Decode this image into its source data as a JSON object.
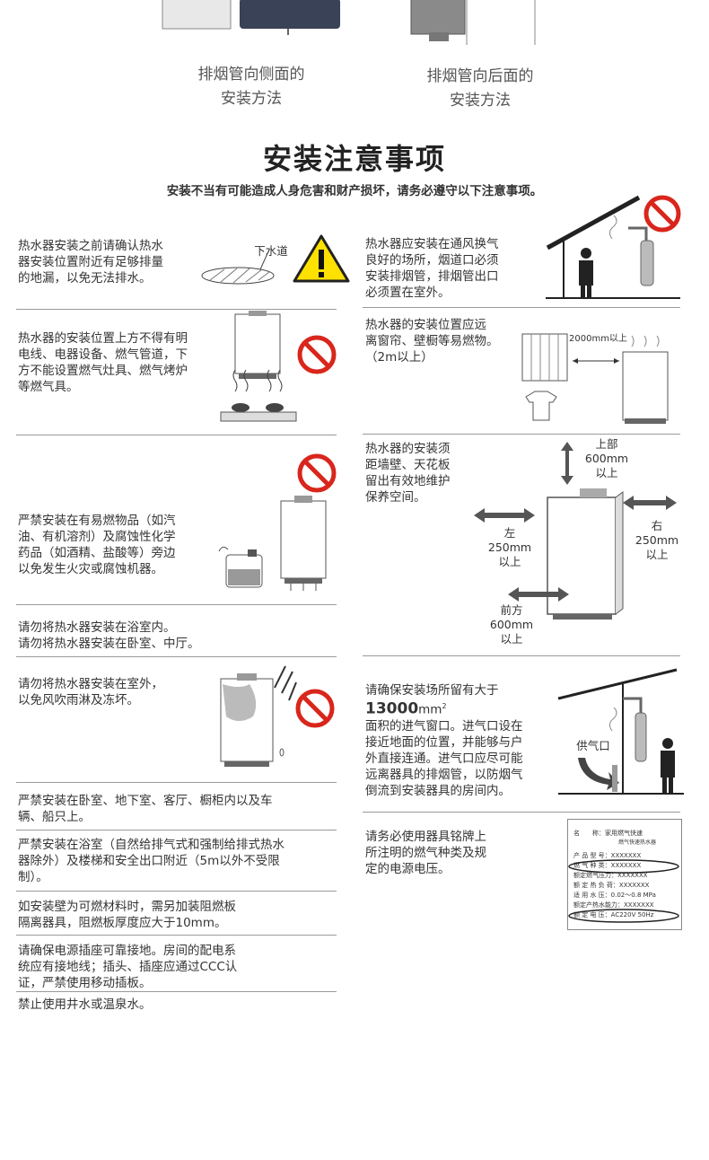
{
  "top_captions": {
    "side": [
      "排烟管向侧面的",
      "安装方法"
    ],
    "back": [
      "排烟管向后面的",
      "安装方法"
    ]
  },
  "title": "安装注意事项",
  "subtitle": "安装不当有可能造成人身危害和财产损坏，请务必遵守以下注意事项。",
  "left": {
    "b1": [
      "热水器安装之前请确认热水",
      "器安装位置附近有足够排量",
      "的地漏，以免无法排水。"
    ],
    "b1_label": "下水道",
    "b2": [
      "热水器的安装位置上方不得有明",
      "电线、电器设备、燃气管道，下",
      "方不能设置燃气灶具、燃气烤炉",
      "等燃气具。"
    ],
    "b3": [
      "严禁安装在有易燃物品（如汽",
      "油、有机溶剂）及腐蚀性化学",
      "药品（如酒精、盐酸等）旁边",
      "以免发生火灾或腐蚀机器。"
    ],
    "b4": [
      "请勿将热水器安装在浴室内。",
      "请勿将热水器安装在卧室、中厅。"
    ],
    "b5": [
      "请勿将热水器安装在室外，",
      "以免风吹雨淋及冻坏。"
    ],
    "b6": [
      "严禁安装在卧室、地下室、客厅、橱柜内以及车",
      "辆、船只上。"
    ],
    "b7": [
      "严禁安装在浴室（自然给排气式和强制给排式热水",
      "器除外）及楼梯和安全出口附近（5m以外不受限",
      "制）。"
    ],
    "b8": [
      "如安装壁为可燃材料时，需另加装阻燃板",
      "隔离器具，阻燃板厚度应大于10mm。"
    ],
    "b9": [
      "请确保电源插座可靠接地。房间的配电系",
      "统应有接地线；插头、插座应通过CCC认",
      "证，严禁使用移动插板。"
    ],
    "b10": [
      "禁止使用井水或温泉水。"
    ]
  },
  "right": {
    "r1": [
      "热水器应安装在通风换气",
      "良好的场所，烟道口必须",
      "安装排烟管，排烟管出口",
      "必须置在室外。"
    ],
    "r2": [
      "热水器的安装位置应远",
      "离窗帘、壁橱等易燃物。",
      "（2m以上）"
    ],
    "r2_label": "2000mm以上",
    "r3": [
      "热水器的安装须",
      "距墙壁、天花板",
      "留出有效地维护",
      "保养空间。"
    ],
    "clear_top": [
      "上部",
      "600mm",
      "以上"
    ],
    "clear_left": [
      "左",
      "250mm",
      "以上"
    ],
    "clear_right": [
      "右",
      "250mm",
      "以上"
    ],
    "clear_front": [
      "前方",
      "600mm",
      "以上"
    ],
    "r4_a": "请确保安装场所留有大于",
    "r4_num": "13000",
    "r4_unit": "mm",
    "r4_sup": "2",
    "r4": [
      "面积的进气窗口。进气口设在",
      "接近地面的位置，并能够与户",
      "外直接连通。进气口应尽可能",
      "远离器具的排烟管，以防烟气",
      "倒流到安装器具的房间内。"
    ],
    "r4_label": "供气口",
    "r5": [
      "请务必使用器具铭牌上",
      "所注明的燃气种类及规",
      "定的电源电压。"
    ],
    "plate": {
      "name_key": "名　　称：",
      "name_val1": "家用燃气快速",
      "name_val2": "燃气快速热水器",
      "rows": [
        "产 品 型 号：XXXXXXX",
        "燃 气 种 类：XXXXXXX",
        "额定燃气压力：XXXXXXX",
        "额 定 热 负 荷：XXXXXXX",
        "适 用 水 压：0.02～0.8 MPa",
        "额定产热水能力：XXXXXXX",
        "额 定 电 压：AC220V 50Hz"
      ]
    }
  },
  "colors": {
    "warn_red": "#d9261c",
    "warn_yellow": "#ffe100",
    "text": "#333333",
    "arrow": "#555555"
  }
}
